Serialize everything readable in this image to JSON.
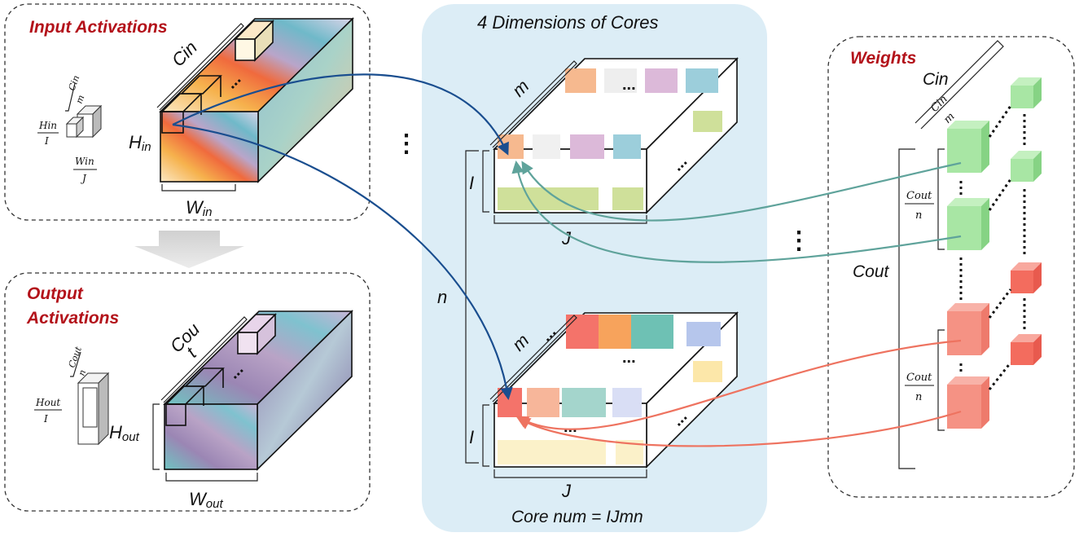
{
  "panels": {
    "input": {
      "title": "Input Activations"
    },
    "output": {
      "title_line1": "Output",
      "title_line2": "Activations"
    },
    "cores": {
      "title": "4 Dimensions of Cores",
      "footer": "Core num = IJmn"
    },
    "weights": {
      "title": "Weights"
    }
  },
  "labels": {
    "cin": "Cin",
    "h_in_main": "H",
    "h_in_sub": "in",
    "w_in_main": "W",
    "w_in_sub": "in",
    "cout_top": "Cou",
    "cout_bottom": "t",
    "h_out_main": "H",
    "h_out_sub": "out",
    "w_out_main": "W",
    "w_out_sub": "out",
    "m": "m",
    "i": "I",
    "j": "J",
    "n": "n",
    "cout": "Cout",
    "ellipsis": "...",
    "vdots": "⋮"
  },
  "fractions": {
    "cin_over_m": {
      "num": "Cin",
      "den": "m"
    },
    "hin_over_i": {
      "num": "Hin",
      "den": "I"
    },
    "win_over_j": {
      "num": "Win",
      "den": "J"
    },
    "cout_over_n": {
      "num": "Cout",
      "den": "n"
    },
    "hout_over_i": {
      "num": "Hout",
      "den": "I"
    }
  },
  "colors": {
    "title_red": "#b3121a",
    "cores_bg": "#dcedf6",
    "arrow_blue": "#1a4e8f",
    "arrow_teal": "#5fa39b",
    "arrow_red": "#ee7360",
    "green_cube": "#9ee29a",
    "red_cube": "#f36c5e"
  }
}
